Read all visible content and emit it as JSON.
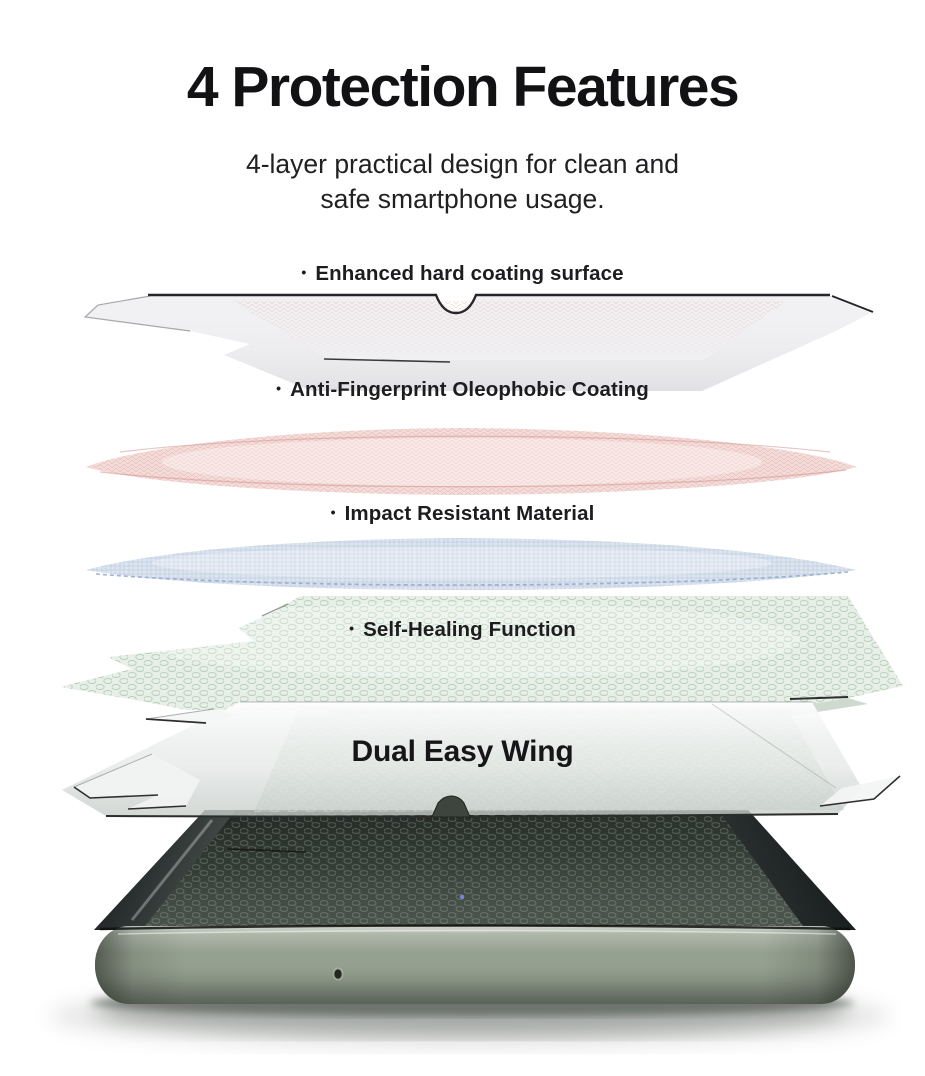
{
  "header": {
    "title": "4 Protection Features",
    "subtitle_line1": "4-layer practical design for clean and",
    "subtitle_line2": "safe smartphone usage."
  },
  "features": [
    {
      "bullet": "•",
      "label": "Enhanced hard coating surface",
      "layer_color": "#f1f0f2",
      "mesh_color": "#e2b3af"
    },
    {
      "bullet": "•",
      "label": "Anti-Fingerprint Oleophobic Coating",
      "layer_color": "#f4dcd9",
      "mesh_color": "#dfa9a4"
    },
    {
      "bullet": "•",
      "label": "Impact Resistant Material",
      "layer_color": "#dde5ef",
      "mesh_color": "#8fa7cb"
    },
    {
      "bullet": "•",
      "label": "Self-Healing Function",
      "layer_color": "#e7efe7",
      "mesh_color": "#a4c0a6"
    },
    {
      "label": "Dual Easy Wing",
      "layer_color": "#f2f4f3"
    }
  ],
  "device": {
    "frame_color": "#94a08f",
    "screen_color": "#3a423c"
  },
  "colors": {
    "background": "#ffffff",
    "text": "#1d1d1f"
  }
}
